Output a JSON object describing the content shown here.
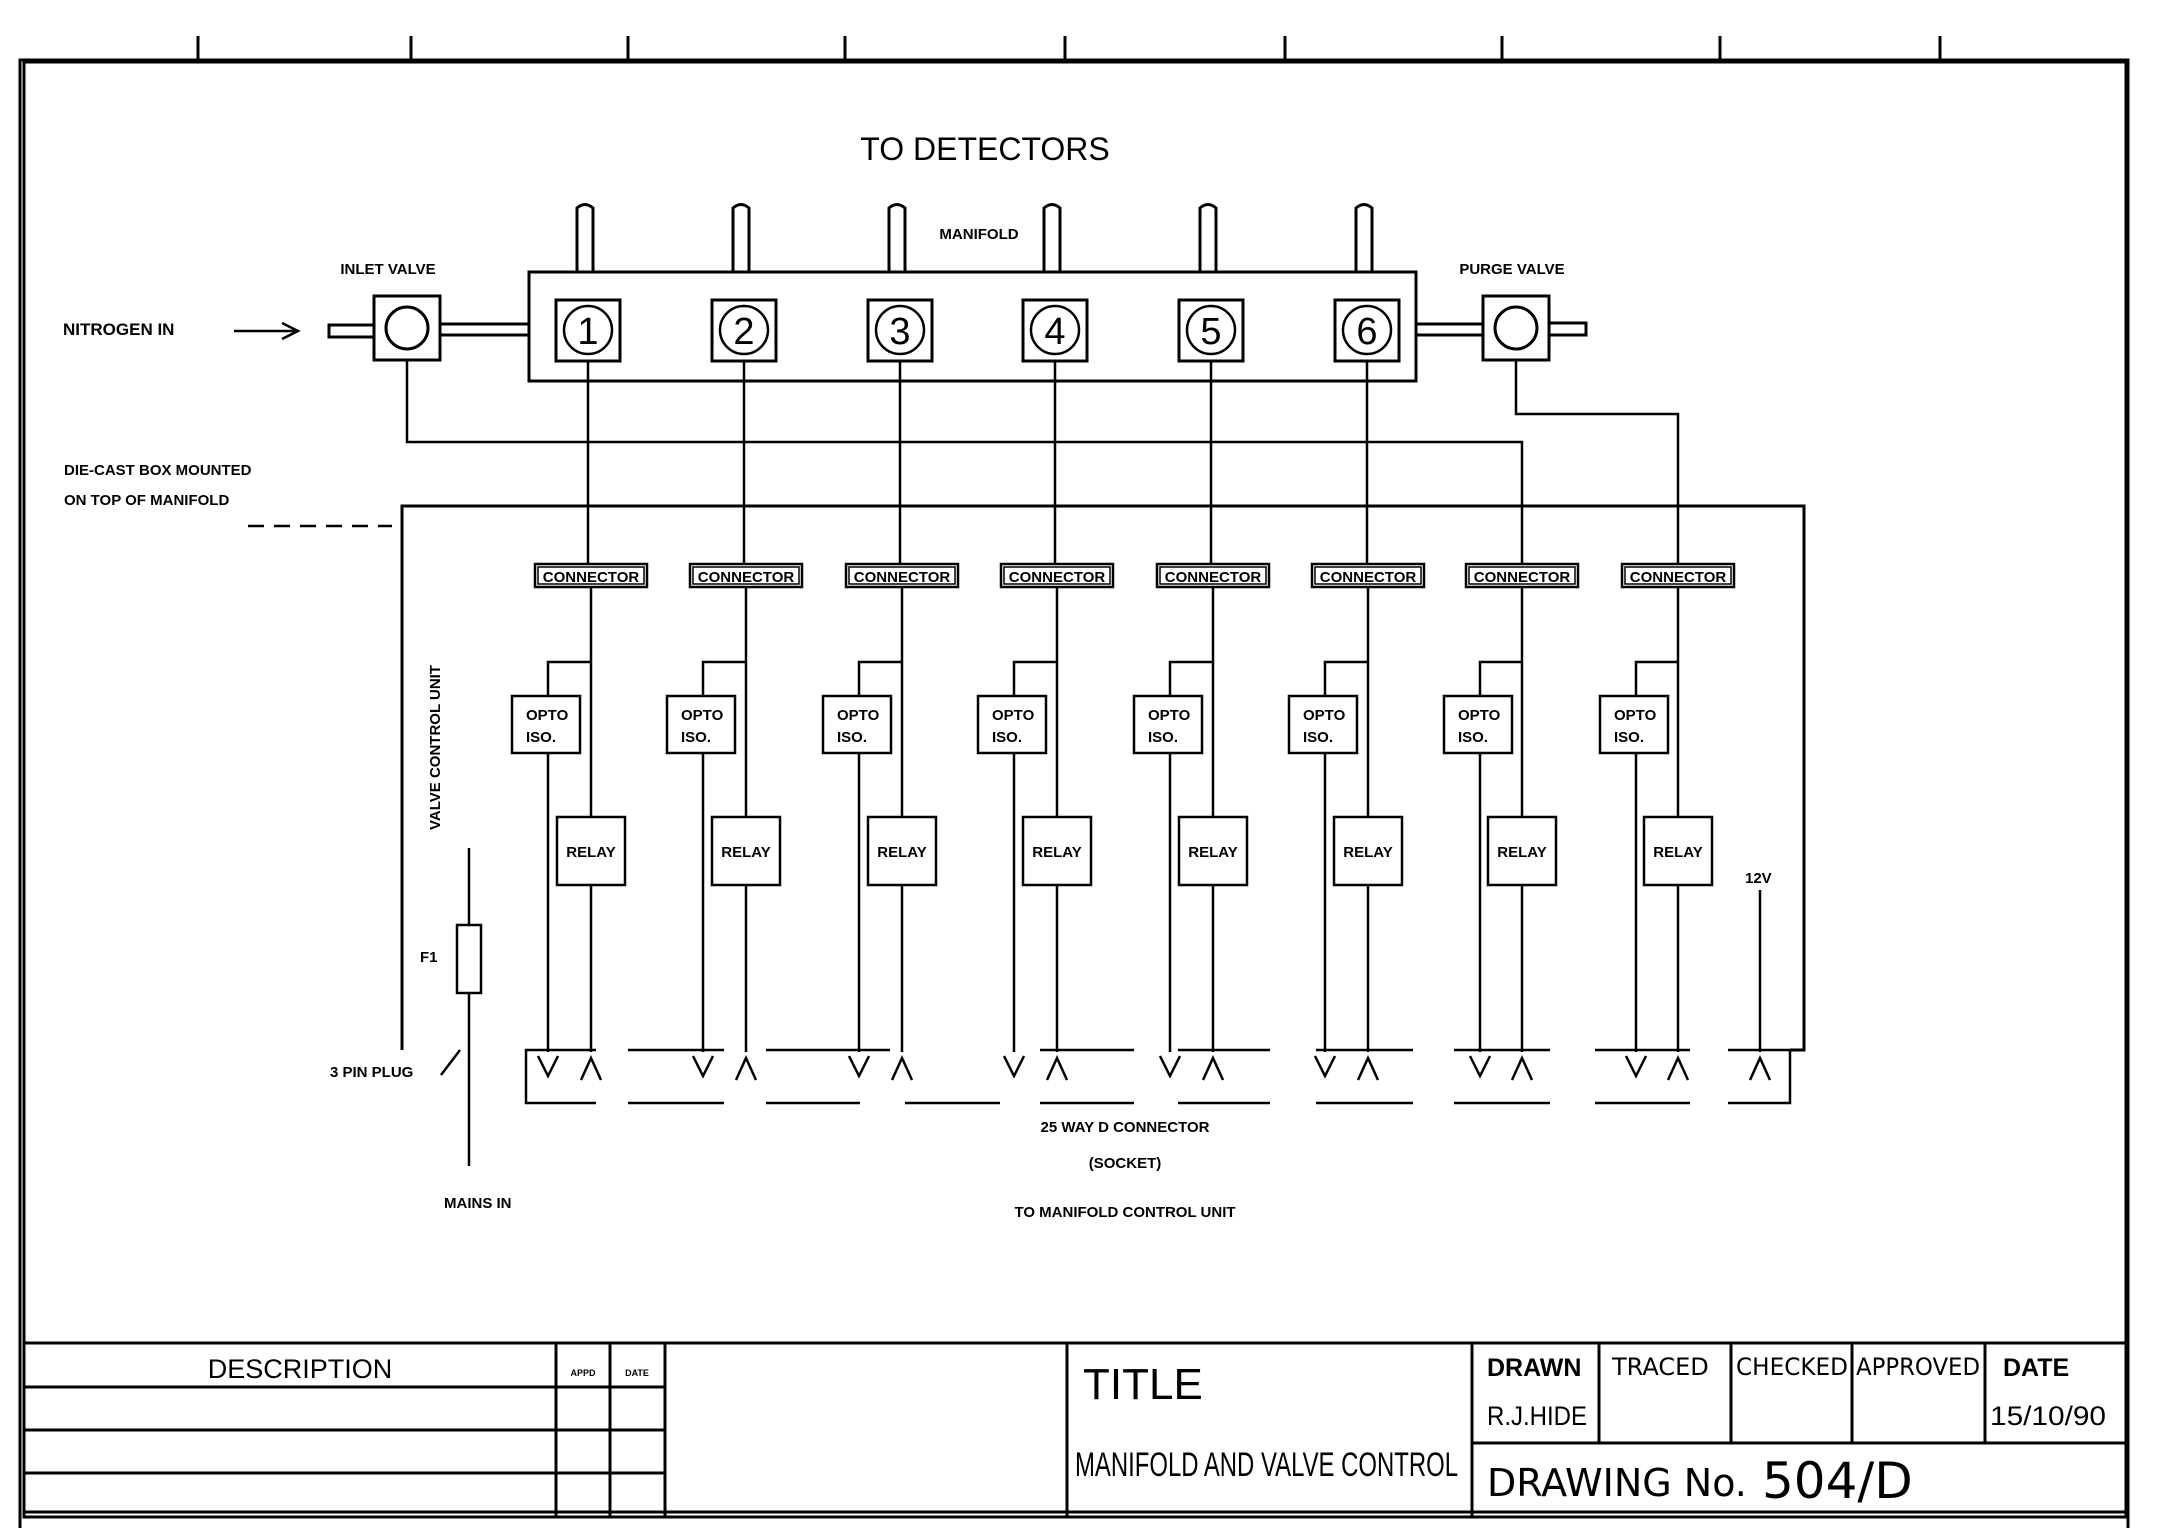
{
  "diagram": {
    "to_detectors": "TO DETECTORS",
    "manifold": "MANIFOLD",
    "inlet_valve": "INLET VALVE",
    "purge_valve": "PURGE VALVE",
    "nitrogen_in": "NITROGEN IN",
    "diecast_line1": "DIE-CAST BOX MOUNTED",
    "diecast_line2": "ON TOP OF MANIFOLD",
    "valve_control_unit": "VALVE CONTROL UNIT",
    "ports": [
      "1",
      "2",
      "3",
      "4",
      "5",
      "6"
    ],
    "connector_label": "CONNECTOR",
    "opto_line1": "OPTO",
    "opto_line2": "ISO.",
    "relay_label": "RELAY",
    "v12": "12V",
    "fuse": "F1",
    "plug": "3 PIN PLUG",
    "mains_in": "MAINS IN",
    "dconn_line1": "25 WAY D CONNECTOR",
    "dconn_line2": "(SOCKET)",
    "dconn_line3": "TO MANIFOLD CONTROL UNIT"
  },
  "title_block": {
    "description": "DESCRIPTION",
    "appd": "APPD",
    "date_small": "DATE",
    "title_label": "TITLE",
    "title_value": "MANIFOLD AND VALVE CONTROL",
    "drawn_label": "DRAWN",
    "drawn_value": "R.J.HIDE",
    "traced_label": "TRACED",
    "checked_label": "CHECKED",
    "approved_label": "APPROVED",
    "date_label": "DATE",
    "date_value": "15/10/90",
    "drawing_no_label": "DRAWING No.",
    "drawing_no_value": "504/D"
  }
}
